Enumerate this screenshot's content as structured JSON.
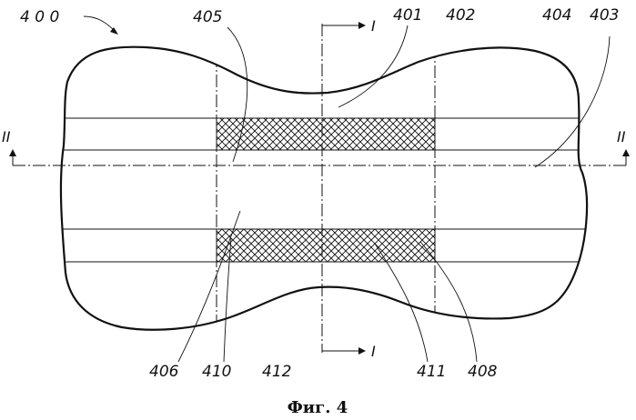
{
  "figure": {
    "caption": "Фиг. 4",
    "labels": {
      "l400": "4 0 0",
      "l401": "401",
      "l402": "402",
      "l403": "403",
      "l404": "404",
      "l405": "405",
      "l406": "406",
      "l408": "408",
      "l410": "410",
      "l411": "411",
      "l412": "412"
    },
    "sections": {
      "section_i_top": "I",
      "section_i_bottom": "I",
      "section_ii_left": "II",
      "section_ii_right": "II"
    }
  }
}
